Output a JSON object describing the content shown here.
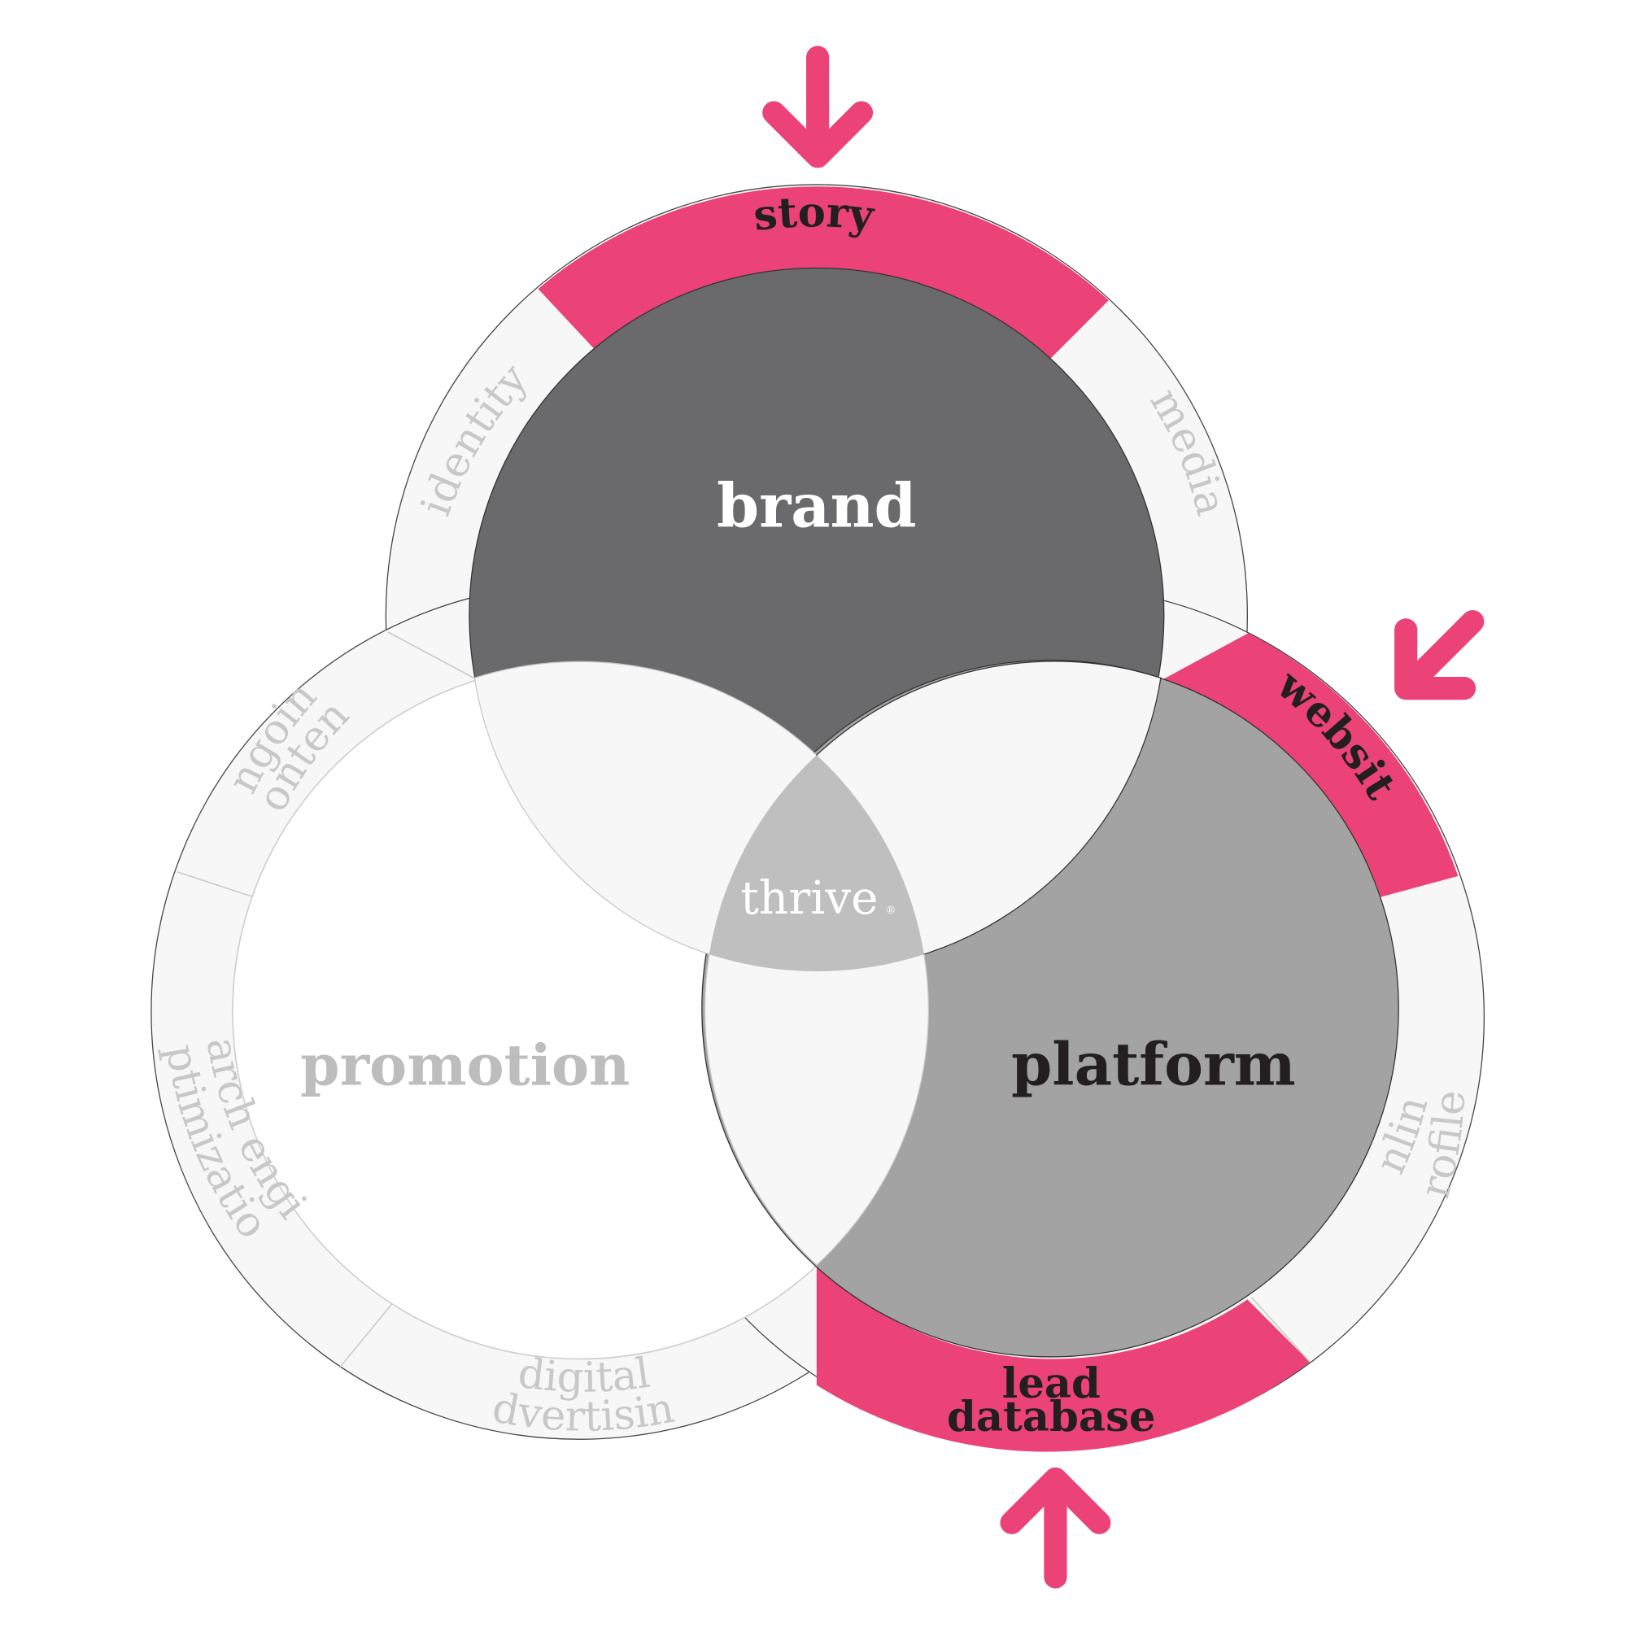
{
  "center_label": "thrive",
  "center_mark": "®",
  "circles": {
    "brand": {
      "label": "brand",
      "color": "#6a6a6c",
      "text_color": "#ffffff"
    },
    "platform": {
      "label": "platform",
      "color": "#a3a3a3",
      "text_color": "#231f20"
    },
    "promotion": {
      "label": "promotion",
      "color": "#ffffff",
      "text_color": "#bdbdbd"
    }
  },
  "ring_segments": {
    "story": "story",
    "identity": "identity",
    "media": "media",
    "website": "website",
    "online_profiles": [
      "online",
      "profiles"
    ],
    "lead_database": [
      "lead",
      "database"
    ],
    "ongoing_content": [
      "ongoing",
      "content"
    ],
    "search_engine_optimization": [
      "search engine",
      "optimization"
    ],
    "digital_advertising": [
      "digital",
      "advertising"
    ]
  },
  "colors": {
    "accent": "#eb4278",
    "ring_light": "#f7f7f7",
    "overlap_light": "#f7f7f7",
    "center_overlap": "#bfbfbf",
    "faint_text": "#c8c8c8",
    "dark_text": "#231f20",
    "outline": "#c8c8c8"
  },
  "arrows": [
    "top",
    "right",
    "bottom"
  ]
}
